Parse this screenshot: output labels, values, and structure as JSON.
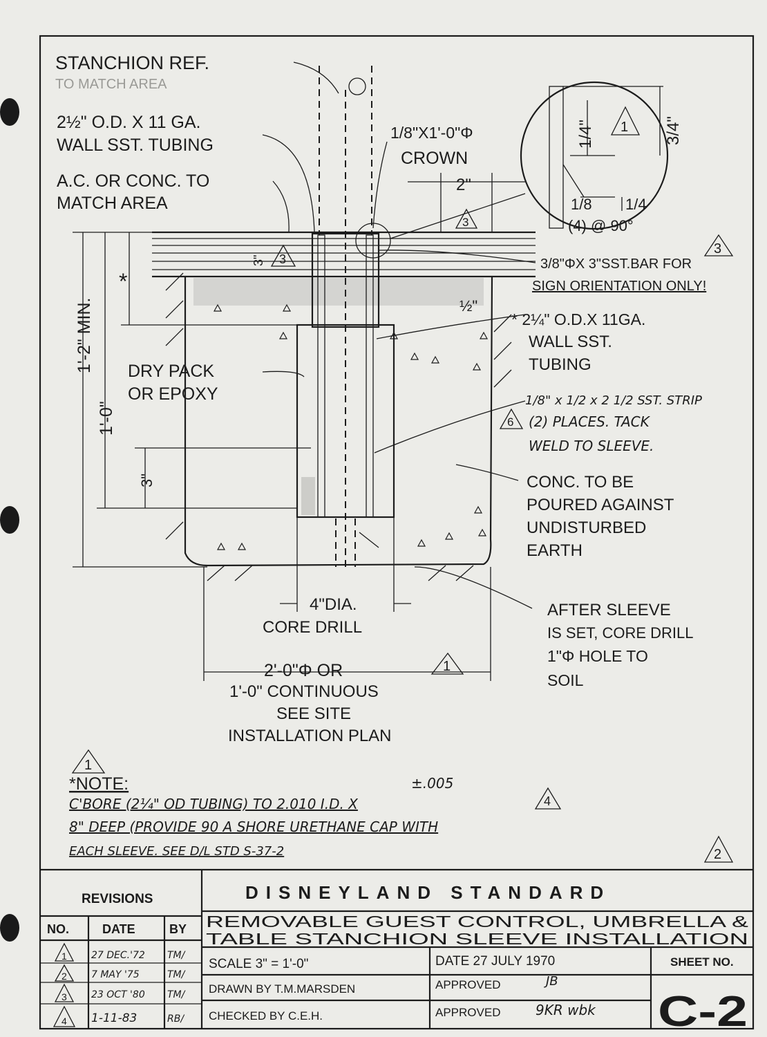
{
  "drawing": {
    "labels": {
      "stanchion_ref": "STANCHION REF.",
      "to_match_area": "TO MATCH AREA",
      "tubing_1": "2½\" O.D. X 11 GA.",
      "tubing_2": "WALL SST. TUBING",
      "ac_conc_1": "A.C. OR CONC. TO",
      "ac_conc_2": "MATCH AREA",
      "crown_1": "1/8\"X1'-0\"Φ",
      "crown_2": "CROWN",
      "dim_2in": "2\"",
      "detail_quarter": "1/4\"",
      "detail_three_quarter": "3/4\"",
      "detail_eighth": "1/8",
      "detail_quarter_b": "1/4",
      "detail_at90": "(4) @ 90°",
      "bar_1": "3/8\"ΦX 3\"SST.BAR FOR",
      "bar_2": "SIGN ORIENTATION ONLY!",
      "half_in": "½\"",
      "sleeve_1": "* 2¼\" O.D.X 11GA.",
      "sleeve_2": "WALL SST.",
      "sleeve_3": "TUBING",
      "dry_pack_1": "DRY PACK",
      "dry_pack_2": "OR EPOXY",
      "strip_1": "1/8\" x 1/2 x 2 1/2 SST. STRIP",
      "strip_2": "(2) PLACES. TACK",
      "strip_3": "WELD TO SLEEVE.",
      "conc_1": "CONC. TO BE",
      "conc_2": "POURED AGAINST",
      "conc_3": "UNDISTURBED",
      "conc_4": "EARTH",
      "core_1": "4\"DIA.",
      "core_2": "CORE DRILL",
      "after_1": "AFTER SLEEVE",
      "after_2": "IS SET, CORE DRILL",
      "after_3": "1\"Φ HOLE TO",
      "after_4": "SOIL",
      "dia_1": "2'-0\"Φ OR",
      "dia_2": "1'-0\" CONTINUOUS",
      "dia_3": "SEE SITE",
      "dia_4": "INSTALLATION PLAN",
      "dim_min": "1'-2\" MIN.",
      "dim_1ft": "1'-0\"",
      "dim_3in": "3\"",
      "dim_3in_top": "3\"",
      "asterisk": "*"
    },
    "revision_marks": {
      "r3a": "3",
      "r3b": "3",
      "r3c": "3",
      "r6": "6",
      "r1a": "1",
      "r1b": "1",
      "r4": "4",
      "r2": "2"
    }
  },
  "note": {
    "heading": "*NOTE:",
    "tolerance": "±.005",
    "line1": "C'BORE (2¼\" OD TUBING) TO 2.010 I.D. X",
    "line2": "8\" DEEP (PROVIDE 90 A SHORE URETHANE CAP WITH",
    "line3": "EACH SLEEVE. SEE D/L STD S-37-2"
  },
  "title_block": {
    "revisions_heading": "REVISIONS",
    "col_no": "NO.",
    "col_date": "DATE",
    "col_by": "BY",
    "revisions": [
      {
        "no": "1",
        "date": "27 DEC.'72",
        "by": "TM/"
      },
      {
        "no": "2",
        "date": "7 MAY '75",
        "by": "TM/"
      },
      {
        "no": "3",
        "date": "23 OCT '80",
        "by": "TM/"
      },
      {
        "no": "4",
        "date": "1-11-83",
        "by": "RB/"
      }
    ],
    "org": "DISNEYLAND STANDARD",
    "title_line1": "REMOVABLE GUEST CONTROL, UMBRELLA &",
    "title_line2": "TABLE STANCHION SLEEVE INSTALLATION",
    "scale": "SCALE  3\" = 1'-0\"",
    "date": "DATE 27 JULY 1970",
    "sheet_label": "SHEET NO.",
    "drawn_by": "DRAWN BY T.M.MARSDEN",
    "approved_1": "APPROVED",
    "approved_1_sig": "JB",
    "checked_by": "CHECKED BY C.E.H.",
    "approved_2": "APPROVED",
    "approved_2_sig": "9KR   wbk",
    "sheet_no": "C-2"
  }
}
